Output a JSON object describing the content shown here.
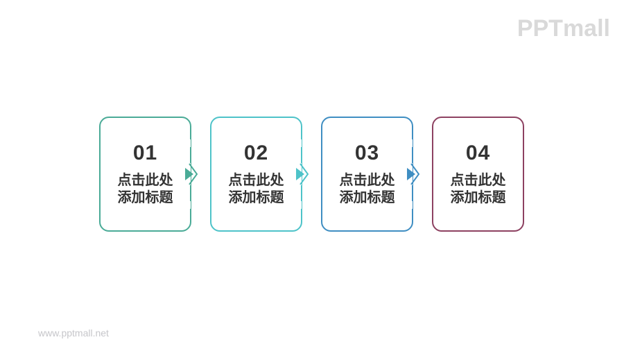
{
  "branding": {
    "logo_text": "PPTmall",
    "watermark_text": "www.pptmall.net"
  },
  "colors": {
    "background": "#ffffff",
    "step1_accent": "#4aab97",
    "step2_accent": "#4ec3c9",
    "step3_accent": "#3f8ec2",
    "step4_accent": "#8d4161",
    "text": "#333333",
    "logo": "#d9d9d9",
    "watermark": "#c6c6ca"
  },
  "steps": [
    {
      "number": "01",
      "title_line1": "点击此处",
      "title_line2": "添加标题",
      "accent": "#4aab97",
      "has_arrow": true
    },
    {
      "number": "02",
      "title_line1": "点击此处",
      "title_line2": "添加标题",
      "accent": "#4ec3c9",
      "has_arrow": true
    },
    {
      "number": "03",
      "title_line1": "点击此处",
      "title_line2": "添加标题",
      "accent": "#3f8ec2",
      "has_arrow": true
    },
    {
      "number": "04",
      "title_line1": "点击此处",
      "title_line2": "添加标题",
      "accent": "#8d4161",
      "has_arrow": false
    }
  ]
}
